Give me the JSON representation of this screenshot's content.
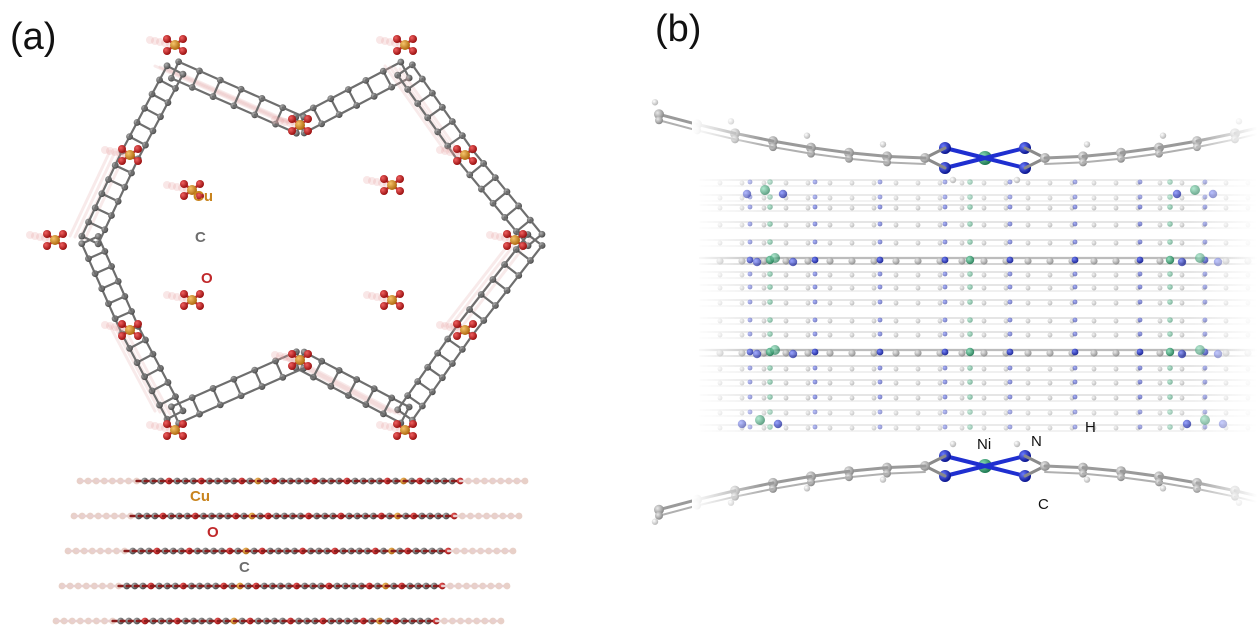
{
  "panel_a": {
    "label": "(a)",
    "top_view_labels": {
      "cu": "Cu",
      "c": "C",
      "o": "O"
    },
    "side_view_labels": {
      "cu": "Cu",
      "o": "O",
      "c": "C"
    }
  },
  "panel_b": {
    "label": "(b)",
    "atom_labels": {
      "ni": "Ni",
      "n": "N",
      "h": "H",
      "c": "C"
    }
  },
  "colors": {
    "copper": "#c8841e",
    "oxygen": "#c0282a",
    "carbon": "#6e6e6e",
    "nickel": "#3aa77a",
    "nitrogen": "#1f2fd0",
    "hydrogen": "#f2f2f2"
  }
}
